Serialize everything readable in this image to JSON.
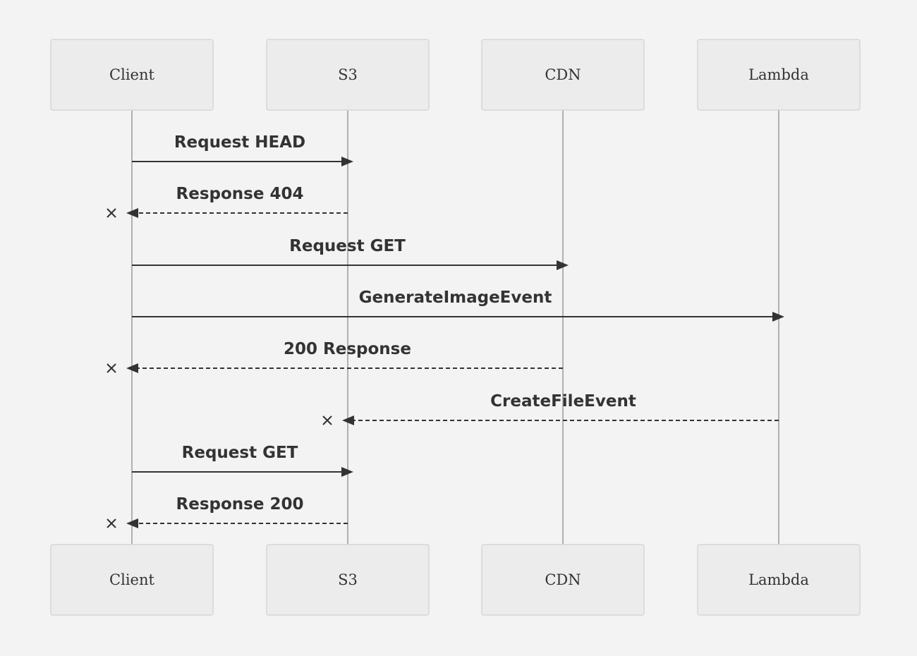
{
  "participants": [
    {
      "id": "client",
      "label": "Client"
    },
    {
      "id": "s3",
      "label": "S3"
    },
    {
      "id": "cdn",
      "label": "CDN"
    },
    {
      "id": "lambda",
      "label": "Lambda"
    }
  ],
  "messages": [
    {
      "from": "client",
      "to": "s3",
      "label": "Request HEAD",
      "style": "solid"
    },
    {
      "from": "s3",
      "to": "client",
      "label": "Response 404",
      "style": "dashed-cross"
    },
    {
      "from": "client",
      "to": "cdn",
      "label": "Request GET",
      "style": "solid"
    },
    {
      "from": "client",
      "to": "lambda",
      "label": "GenerateImageEvent",
      "style": "solid"
    },
    {
      "from": "cdn",
      "to": "client",
      "label": "200 Response",
      "style": "dashed-cross"
    },
    {
      "from": "lambda",
      "to": "s3",
      "label": "CreateFileEvent",
      "style": "dashed-cross"
    },
    {
      "from": "client",
      "to": "s3",
      "label": "Request GET",
      "style": "solid"
    },
    {
      "from": "s3",
      "to": "client",
      "label": "Response 200",
      "style": "dashed-cross"
    }
  ]
}
